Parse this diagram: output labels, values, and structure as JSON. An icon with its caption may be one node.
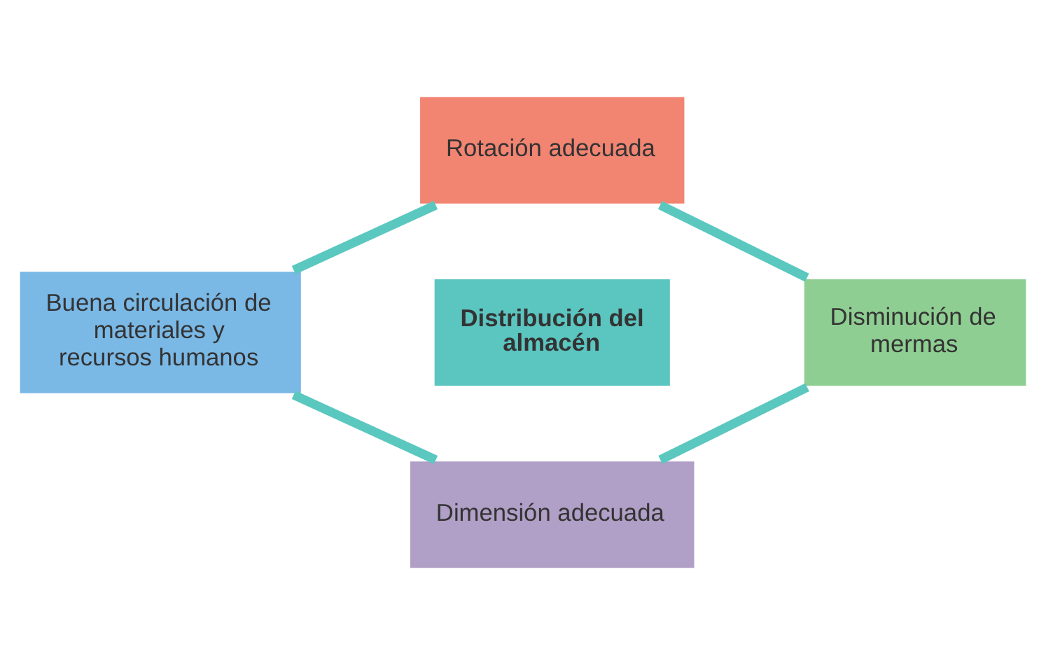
{
  "diagram": {
    "nodes": [
      {
        "text": [
          "Rotación adecuada"
        ]
      },
      {
        "text": [
          "Buena circulación de materiales y recursos humanos"
        ]
      },
      {
        "text": [
          "Distribución del almacén"
        ]
      },
      {
        "text": [
          "Disminución de mermas"
        ]
      },
      {
        "text": [
          "Dimensión adecuada"
        ]
      }
    ],
    "edges": [
      {
        "from": 0,
        "to": 3,
        "arrow": "none"
      },
      {
        "from": 3,
        "to": 4,
        "arrow": "none"
      },
      {
        "from": 4,
        "to": 1,
        "arrow": "none"
      },
      {
        "from": 1,
        "to": 0,
        "arrow": "none"
      }
    ]
  }
}
